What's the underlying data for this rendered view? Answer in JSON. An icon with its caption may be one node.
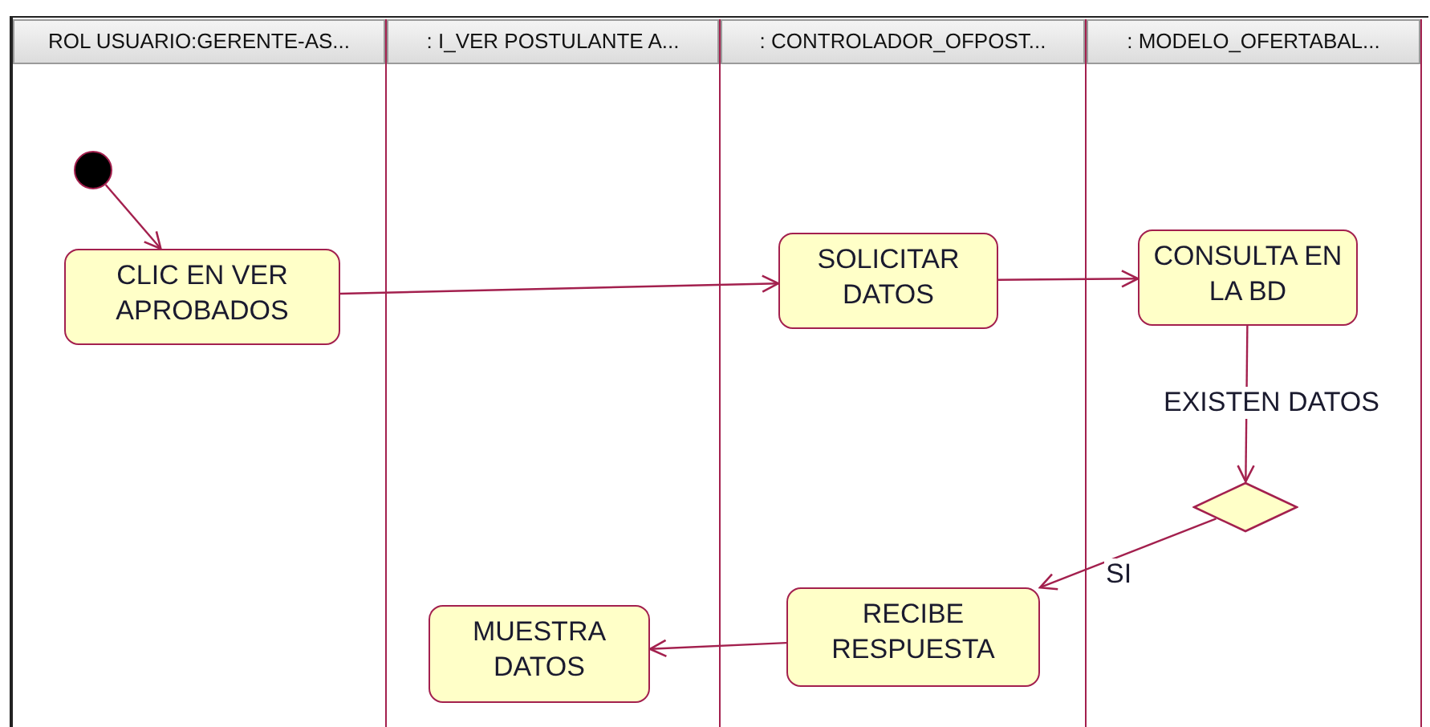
{
  "diagram": {
    "nodes": [
      {
        "text": [
          "ROL USUARIO:GERENTE-AS..."
        ]
      },
      {
        "text": [
          ": I_VER POSTULANTE A..."
        ]
      },
      {
        "text": [
          ": CONTROLADOR_OFPOST..."
        ]
      },
      {
        "text": [
          ": MODELO_OFERTABAL..."
        ]
      },
      {
        "text": [],
        "shape": "circle",
        "in": 0
      },
      {
        "text": [
          "CLIC EN VER APROBADOS"
        ],
        "in": 0
      },
      {
        "text": [
          "SOLICITAR DATOS"
        ],
        "in": 2
      },
      {
        "text": [
          "CONSULTA EN LA BD"
        ],
        "in": 3
      },
      {
        "text": [],
        "shape": "diamond",
        "in": 3
      },
      {
        "text": [
          "RECIBE RESPUESTA"
        ],
        "in": 2
      },
      {
        "text": [
          "MUESTRA DATOS"
        ],
        "in": 1
      }
    ],
    "edges": [
      {
        "from": 4,
        "to": 5,
        "arrow": "to"
      },
      {
        "from": 5,
        "to": 6,
        "arrow": "to"
      },
      {
        "from": 6,
        "to": 7,
        "arrow": "to"
      },
      {
        "from": 7,
        "to": 8,
        "arrow": "to",
        "label": "EXISTEN DATOS"
      },
      {
        "from": 8,
        "to": 9,
        "arrow": "to",
        "label": "SI"
      },
      {
        "from": 9,
        "to": 10,
        "arrow": "to"
      }
    ]
  }
}
